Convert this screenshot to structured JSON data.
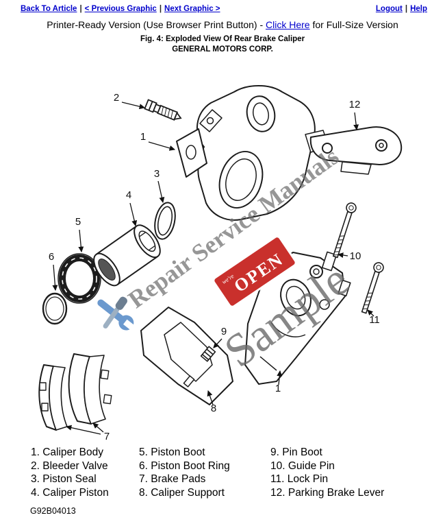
{
  "nav": {
    "back_to_article": "Back To Article",
    "previous_graphic": "< Previous Graphic",
    "next_graphic": "Next Graphic >",
    "logout": "Logout",
    "help": "Help",
    "separator": "|"
  },
  "printer_line": {
    "prefix": "Printer-Ready Version (Use Browser Print Button) - ",
    "link_label": "Click Here",
    "suffix": " for Full-Size Version"
  },
  "figure": {
    "caption": "Fig. 4: Exploded View Of Rear Brake Caliper",
    "company": "GENERAL MOTORS CORP.",
    "drawing_code": "G92B04013"
  },
  "watermarks": {
    "diagonal_text": "Repair Service Manuals",
    "sample_text": "Sample",
    "open_sign_text": "OPEN",
    "open_sign_small_text": "we're"
  },
  "diagram": {
    "callouts": [
      {
        "label": "2",
        "part": "bleeder-valve"
      },
      {
        "label": "1",
        "part": "caliper-body"
      },
      {
        "label": "3",
        "part": "piston-seal"
      },
      {
        "label": "4",
        "part": "caliper-piston"
      },
      {
        "label": "5",
        "part": "piston-boot"
      },
      {
        "label": "6",
        "part": "piston-boot-ring"
      },
      {
        "label": "7",
        "part": "brake-pads"
      },
      {
        "label": "9",
        "part": "pin-boot"
      },
      {
        "label": "8",
        "part": "caliper-support"
      },
      {
        "label": "1",
        "part": "caliper-body-assembled"
      },
      {
        "label": "10",
        "part": "guide-pin"
      },
      {
        "label": "11",
        "part": "lock-pin"
      },
      {
        "label": "12",
        "part": "parking-brake-lever"
      }
    ]
  },
  "legend": {
    "columns": [
      {
        "items": [
          "1. Caliper Body",
          "2. Bleeder Valve",
          "3. Piston Seal",
          "4. Caliper Piston"
        ]
      },
      {
        "items": [
          "5. Piston Boot",
          "6. Piston Boot Ring",
          "7. Brake Pads",
          "8. Caliper Support"
        ]
      },
      {
        "items": [
          "9. Pin Boot",
          "10. Guide Pin",
          "11. Lock Pin",
          "12. Parking Brake Lever"
        ]
      }
    ]
  },
  "colors": {
    "link": "#0000cc",
    "open_sign": "#c9302c",
    "watermark": "#6f6f6f"
  }
}
